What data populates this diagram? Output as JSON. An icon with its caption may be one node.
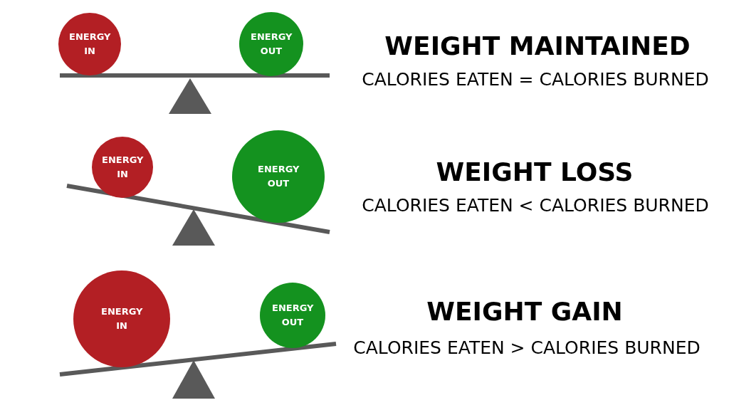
{
  "diagram": {
    "nodes": [
      {
        "text": [
          "ENERGY IN"
        ]
      },
      {
        "text": [
          "ENERGY OUT"
        ]
      },
      {
        "text": [
          "ENERGY IN"
        ]
      },
      {
        "text": [
          "ENERGY OUT"
        ]
      },
      {
        "text": [
          "ENERGY IN"
        ]
      },
      {
        "text": [
          "ENERGY OUT"
        ]
      }
    ],
    "labels": [
      "WEIGHT MAINTAINED",
      "CALORIES EATEN = CALORIES BURNED",
      "WEIGHT LOSS",
      "CALORIES EATEN < CALORIES BURNED",
      "WEIGHT GAIN",
      "CALORIES EATEN > CALORIES BURNED"
    ]
  }
}
